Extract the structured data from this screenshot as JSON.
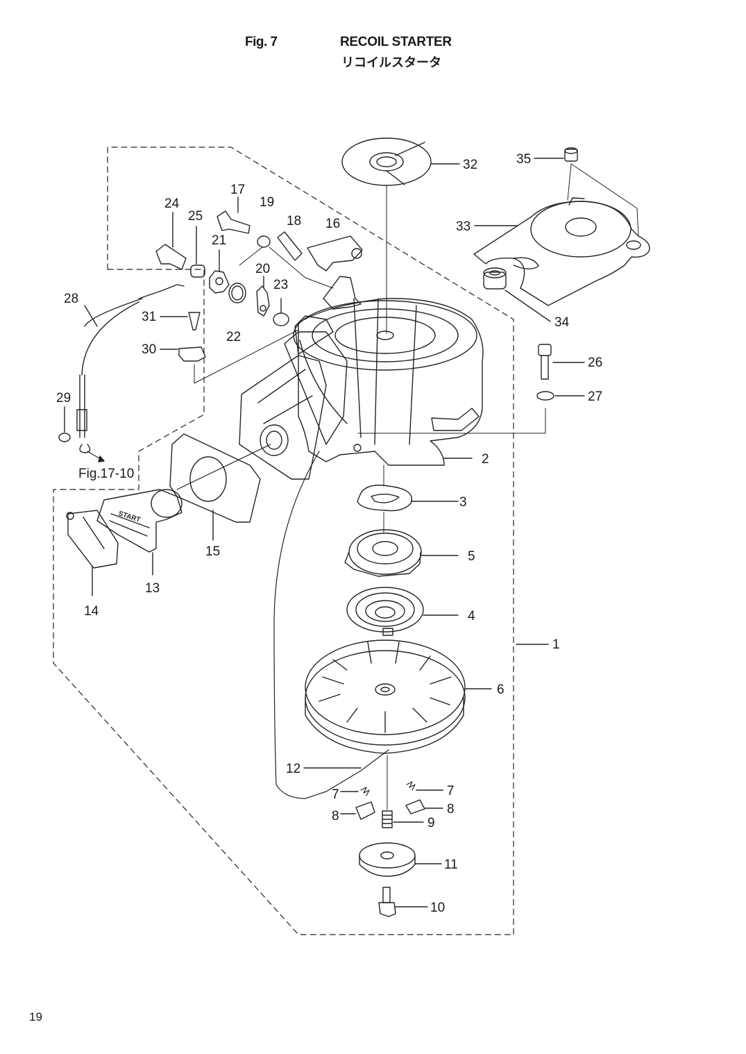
{
  "header": {
    "figure_number": "Fig. 7",
    "title_en": "RECOIL STARTER",
    "title_ja": "リコイルスタータ"
  },
  "callouts": [
    "1",
    "2",
    "3",
    "4",
    "5",
    "6",
    "7",
    "7",
    "8",
    "8",
    "9",
    "10",
    "11",
    "12",
    "13",
    "14",
    "15",
    "16",
    "17",
    "18",
    "19",
    "20",
    "21",
    "22",
    "23",
    "24",
    "25",
    "26",
    "27",
    "28",
    "29",
    "30",
    "31",
    "32",
    "33",
    "34",
    "35"
  ],
  "cross_reference": "Fig.17-10",
  "decal_text": "START",
  "page_number": "19"
}
